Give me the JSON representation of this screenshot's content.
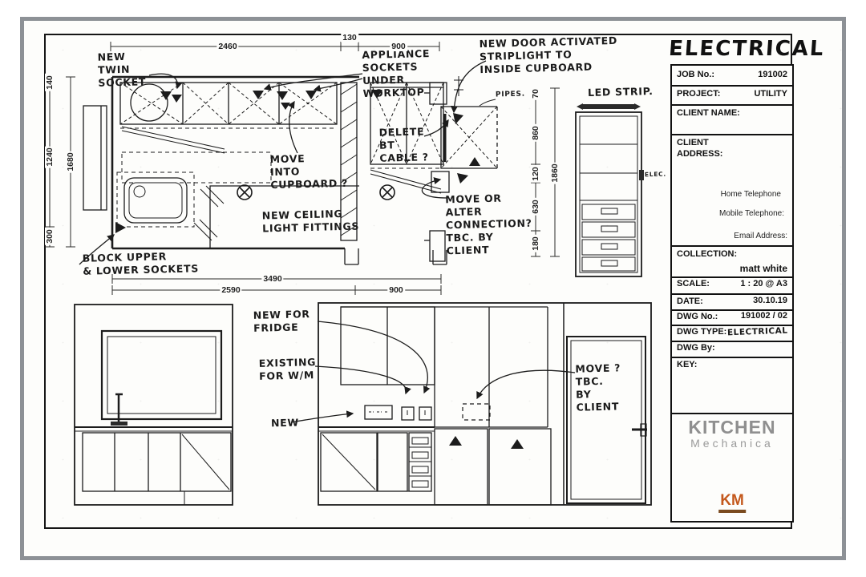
{
  "sheet": {
    "title": "ELECTRICAL",
    "job_label": "JOB No.:",
    "job_value": "191002",
    "project_label": "PROJECT:",
    "project_value": "UTILITY",
    "client_name_label": "CLIENT NAME:",
    "client_address_label": "CLIENT\nADDRESS:",
    "home_phone_label": "Home Telephone",
    "mobile_phone_label": "Mobile Telephone:",
    "email_label": "Email Address:",
    "collection_label": "COLLECTION:",
    "collection_value": "matt white",
    "scale_label": "SCALE:",
    "scale_value": "1 : 20 @  A3",
    "date_label": "DATE:",
    "date_value": "30.10.19",
    "dwg_no_label": "DWG No.:",
    "dwg_no_value": "191002 / 02",
    "dwg_type_label": "DWG TYPE:",
    "dwg_type_value": "ELECTRICAL",
    "dwg_by_label": "DWG By:",
    "key_label": "KEY:",
    "logo_line1": "KITCHEN",
    "logo_line2": "Mechanica",
    "logo_mark": "KM"
  },
  "annotations": {
    "new_twin_socket": "NEW\nTWIN\nSOCKET",
    "appliance_sockets": "APPLIANCE\nSOCKETS\nUNDER\nWORKTOP",
    "new_door_striplight": "NEW DOOR ACTIVATED\nSTRIPLIGHT TO\nINSIDE CUPBOARD",
    "led_strip": "LED STRIP.",
    "pipes": "PIPES.",
    "delete_bt": "DELETE\nBT\nCABLE ?",
    "move_into_cupboard": "MOVE\nINTO\nCUPBOARD ?",
    "new_ceiling": "NEW CEILING\nLIGHT FITTINGS",
    "move_or_alter": "MOVE OR\nALTER\nCONNECTION?\nTBC. BY\nCLIENT",
    "block_sockets": "BLOCK UPPER\n& LOWER SOCKETS",
    "new_for_fridge": "NEW FOR\nFRIDGE",
    "existing_wm": "EXISTING\nFOR W/M",
    "new": "NEW",
    "move_tbc": "MOVE ?\nTBC.\nBY\nCLIENT",
    "elec": "ELEC."
  },
  "dimensions": {
    "top": [
      "2460",
      "130",
      "900"
    ],
    "left": [
      "140",
      "1240",
      "300",
      "1680"
    ],
    "bottom": [
      "3490",
      "2590",
      "900"
    ],
    "right": [
      "70",
      "860",
      "120",
      "630",
      "180",
      "1860"
    ]
  },
  "colors": {
    "accent": "#c4581c",
    "logo_gray": "#8f8f8f",
    "frame_gray": "#8d9196",
    "ink": "#1c1c1c"
  }
}
